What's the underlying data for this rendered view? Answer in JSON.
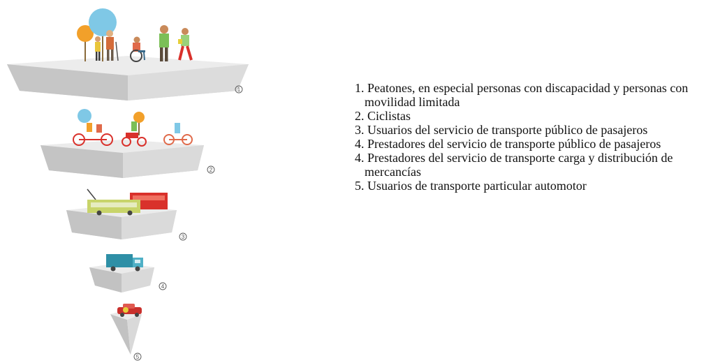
{
  "legend": {
    "items": [
      "1. Peatones, en especial personas con discapacidad y personas con movilidad limitada",
      "2. Ciclistas",
      "3. Usuarios del servicio de transporte público de pasajeros",
      "4. Prestadores del servicio de transporte público de pasajeros",
      "4. Prestadores del servicio de transporte carga y distribución de mercancías",
      "5. Usuarios de transporte particular automotor"
    ]
  },
  "pyramid": {
    "tier_numbers": [
      "1",
      "2",
      "3",
      "4",
      "5"
    ]
  },
  "colors": {
    "tier_top": "#e6e6e6",
    "tier_side": "#c9c9c9",
    "tier_side_dark": "#b3b3b3",
    "people_tree_blue": "#7fc8e6",
    "tree_orange": "#f2a02a",
    "bus_red": "#d9312b",
    "truck_teal": "#2e8fa6",
    "car_red": "#c9302c"
  }
}
